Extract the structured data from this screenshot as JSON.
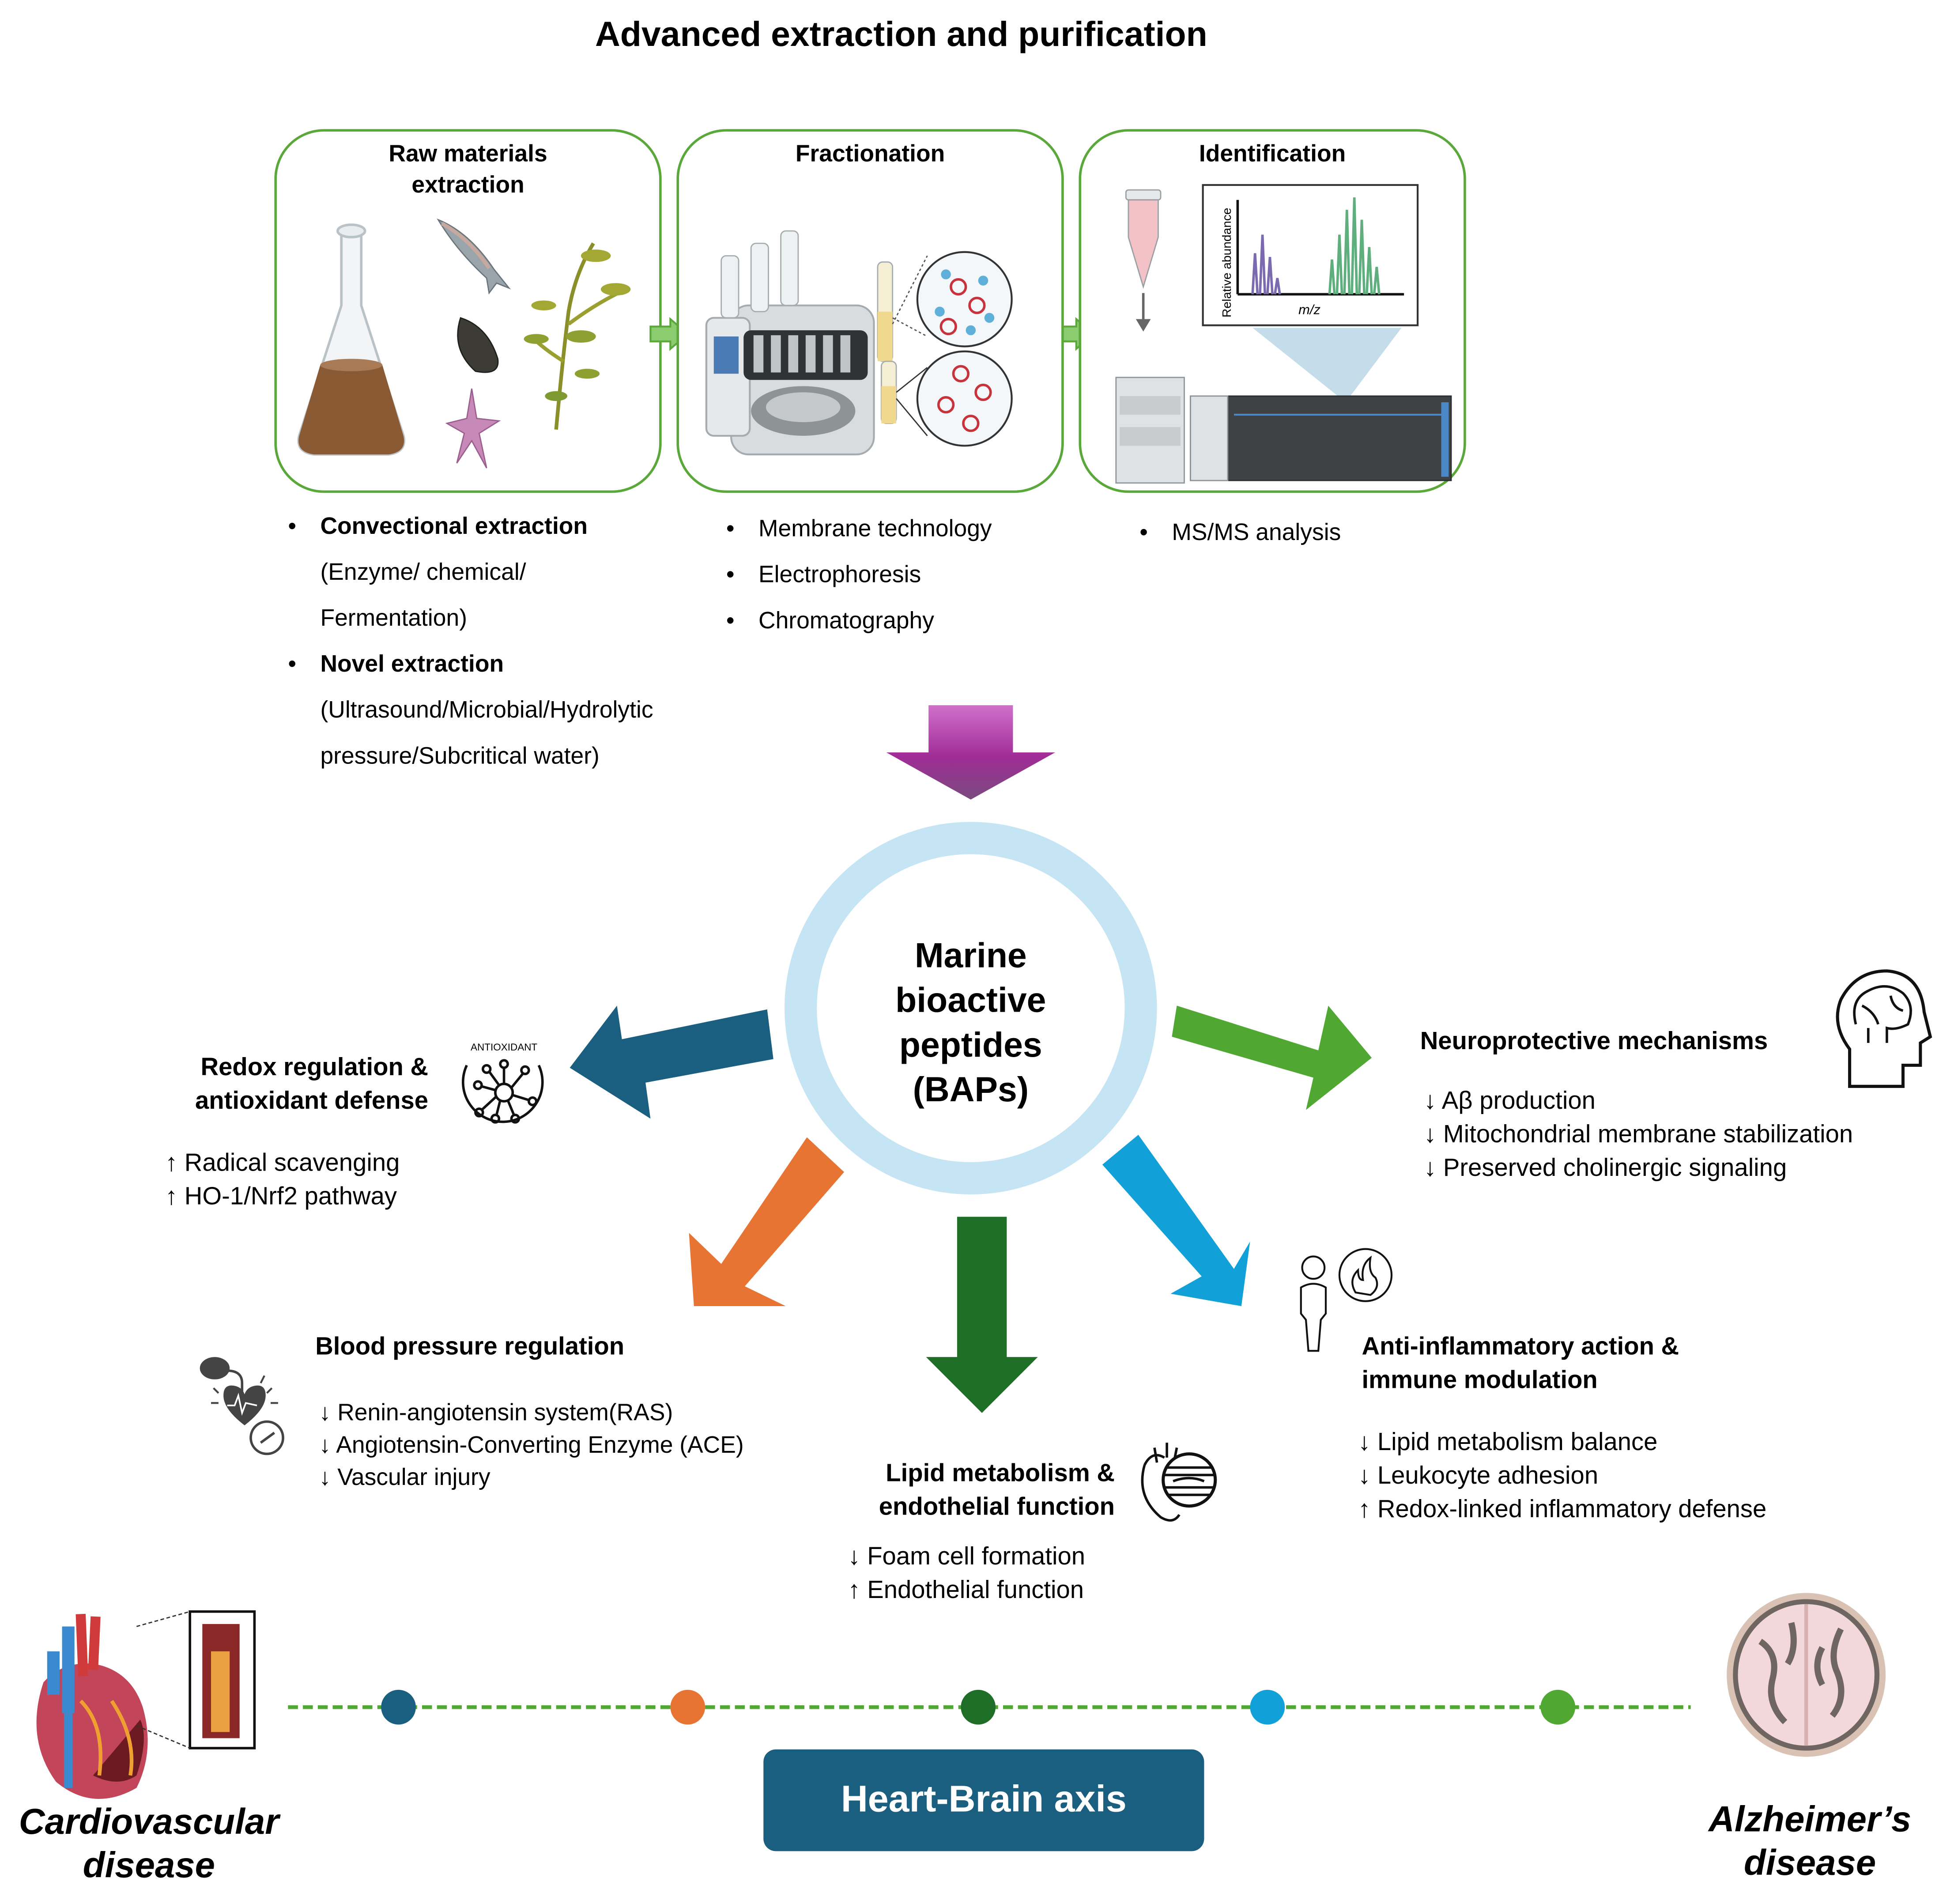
{
  "title": "Advanced extraction and purification",
  "panels": [
    {
      "title_line1": "Raw materials",
      "title_line2": "extraction"
    },
    {
      "title_line1": "Fractionation"
    },
    {
      "title_line1": "Identification",
      "chart_ylabel": "Relative abundance",
      "chart_xlabel": "m/z"
    }
  ],
  "raw_materials_list": [
    {
      "bullet": "•",
      "label": "Convectional extraction",
      "sub1": "(Enzyme/ chemical/",
      "sub2": "Fermentation)"
    },
    {
      "bullet": "•",
      "label": "Novel extraction",
      "sub1": "(Ultrasound/Microbial/Hydrolytic",
      "sub2": "pressure/Subcritical water)"
    }
  ],
  "fractionation_list": [
    {
      "bullet": "•",
      "label": "Membrane technology"
    },
    {
      "bullet": "•",
      "label": "Electrophoresis"
    },
    {
      "bullet": "•",
      "label": "Chromatography"
    }
  ],
  "identification_list": [
    {
      "bullet": "•",
      "label": "MS/MS analysis"
    }
  ],
  "center": {
    "line1": "Marine",
    "line2": "bioactive",
    "line3": "peptides",
    "line4": "(BAPs)"
  },
  "mechanisms": {
    "redox": {
      "title1": "Redox regulation &",
      "title2": "antioxidant defense",
      "icon_label": "ANTIOXIDANT",
      "items": [
        "↑ Radical scavenging",
        "↑ HO-1/Nrf2 pathway"
      ]
    },
    "neuro": {
      "title1": "Neuroprotective mechanisms",
      "items": [
        "↓ Aβ production",
        "↓ Mitochondrial membrane stabilization",
        "↓ Preserved cholinergic signaling"
      ]
    },
    "blood_pressure": {
      "title1": "Blood pressure regulation",
      "items": [
        "↓ Renin-angiotensin system(RAS)",
        "↓ Angiotensin-Converting Enzyme (ACE)",
        "↓ Vascular injury"
      ]
    },
    "lipid": {
      "title1": "Lipid metabolism &",
      "title2": "endothelial function",
      "items": [
        "↓ Foam cell formation",
        "↑ Endothelial function"
      ]
    },
    "inflammation": {
      "title1": "Anti-inflammatory action &",
      "title2": "immune modulation",
      "items": [
        "↓ Lipid metabolism balance",
        "↓ Leukocyte adhesion",
        "↑ Redox-linked inflammatory defense"
      ]
    }
  },
  "colors": {
    "panel_border": "#5aa83a",
    "ring": "#c5e5f5",
    "redox_arrow": "#1a5f80",
    "bp_arrow": "#e87434",
    "lipid_arrow": "#1e6e28",
    "inflam_arrow": "#12a0d8",
    "neuro_arrow": "#50a832",
    "top_arrow_start": "#d070cc",
    "top_arrow_end": "#7a4a7e",
    "axis_box": "#1a5f80"
  },
  "axis": {
    "label": "Heart-Brain axis",
    "left_disease_line1": "Cardiovascular",
    "left_disease_line2": "disease",
    "right_disease_line1": "Alzheimer’s",
    "right_disease_line2": "disease"
  }
}
